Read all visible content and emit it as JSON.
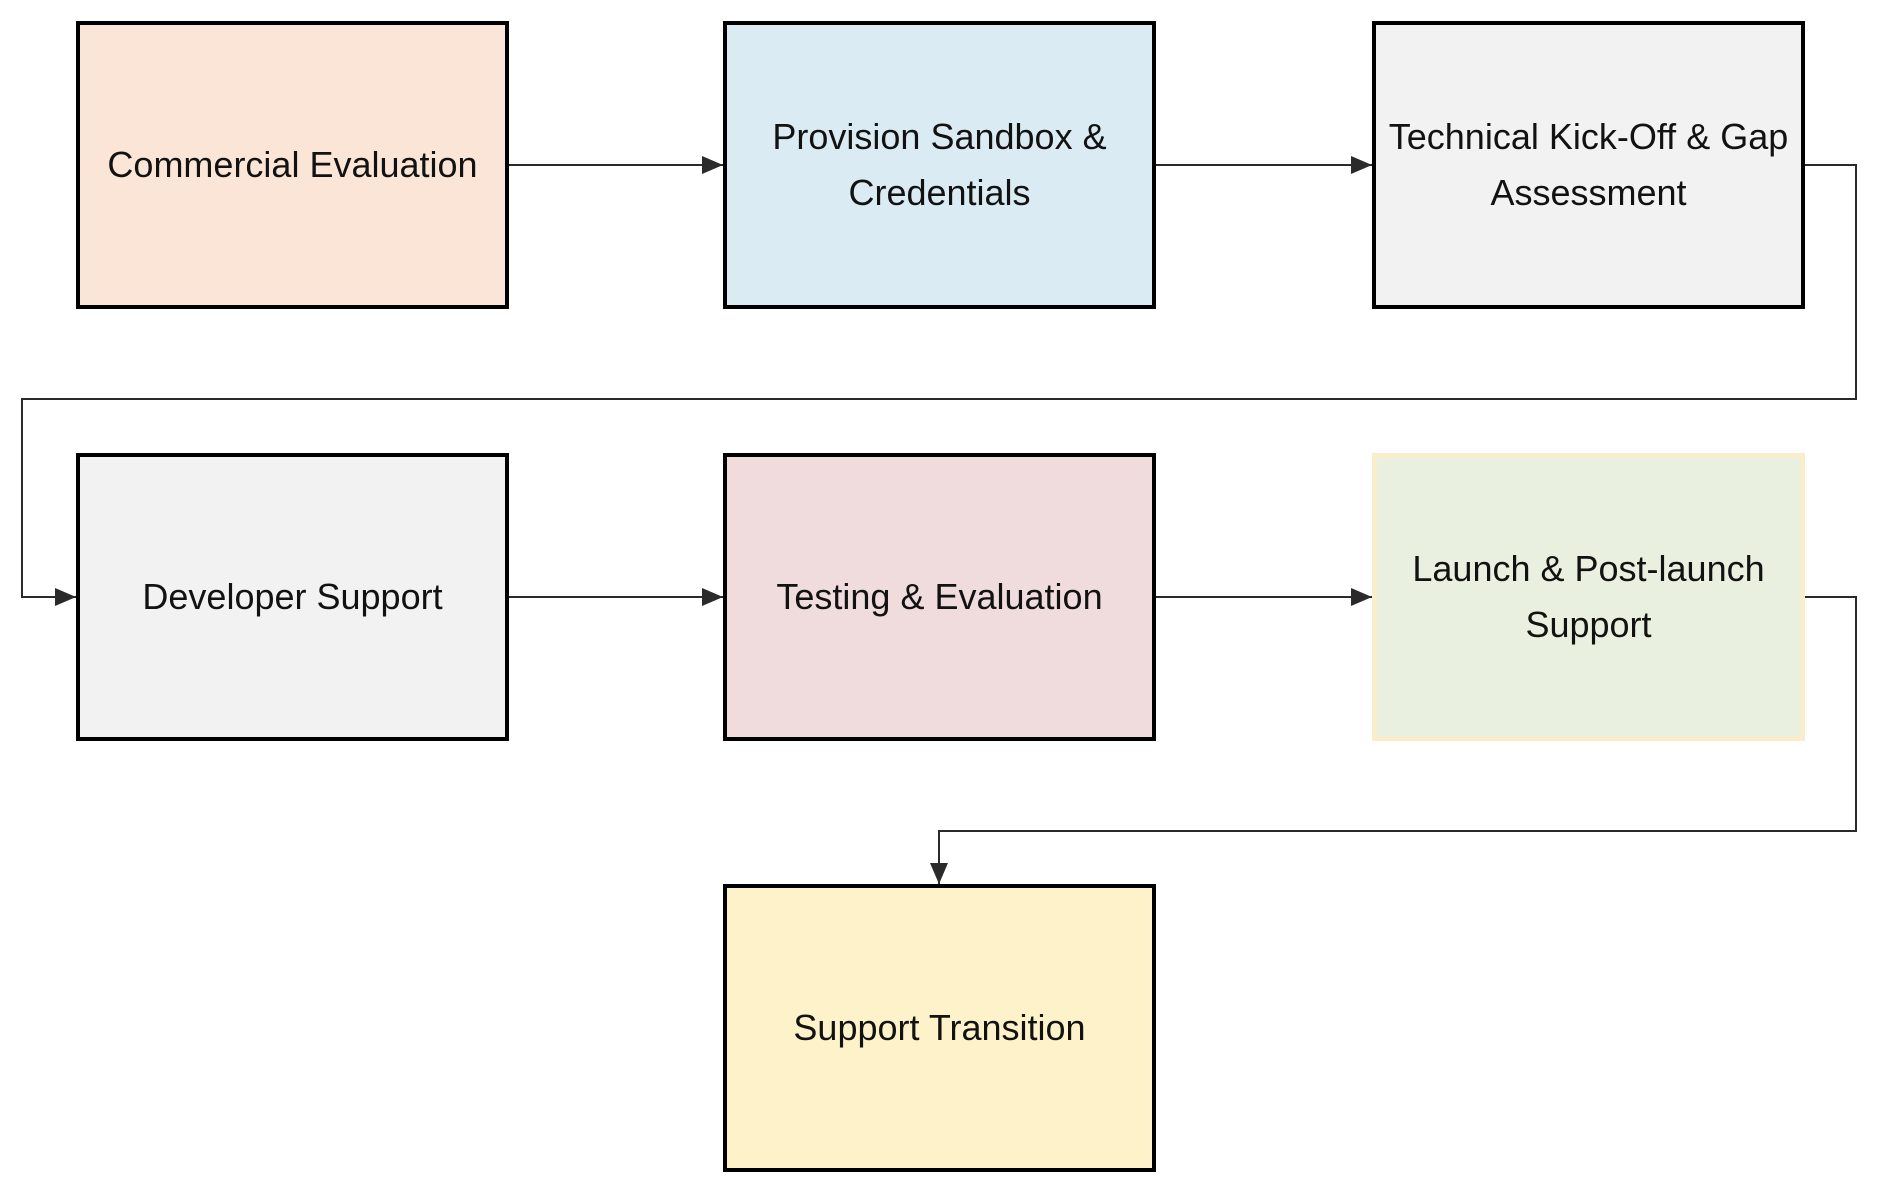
{
  "diagram": {
    "title": "",
    "background_color": "#ffffff",
    "connector_color": "#2a2a2a",
    "text_color": "#121212",
    "nodes": [
      {
        "id": "commercial-evaluation",
        "label": "Commercial Evaluation",
        "fill": "#FBE5D6",
        "border": "#000000"
      },
      {
        "id": "provision-sandbox-credentials",
        "label": "Provision Sandbox & Credentials",
        "fill": "#DBEBF3",
        "border": "#000000"
      },
      {
        "id": "technical-kickoff-gap-assessment",
        "label": "Technical Kick-Off & Gap Assessment",
        "fill": "#F2F2F2",
        "border": "#000000"
      },
      {
        "id": "developer-support",
        "label": "Developer Support",
        "fill": "#F2F2F2",
        "border": "#000000"
      },
      {
        "id": "testing-evaluation",
        "label": "Testing & Evaluation",
        "fill": "#F0DCDC",
        "border": "#000000"
      },
      {
        "id": "launch-post-launch-support",
        "label": "Launch & Post-launch Support",
        "fill": "#EAF0DF",
        "border": "#FAEDCB"
      },
      {
        "id": "support-transition",
        "label": "Support Transition",
        "fill": "#FEF2CB",
        "border": "#000000"
      }
    ],
    "edges": [
      {
        "from": "commercial-evaluation",
        "to": "provision-sandbox-credentials"
      },
      {
        "from": "provision-sandbox-credentials",
        "to": "technical-kickoff-gap-assessment"
      },
      {
        "from": "technical-kickoff-gap-assessment",
        "to": "developer-support"
      },
      {
        "from": "developer-support",
        "to": "testing-evaluation"
      },
      {
        "from": "testing-evaluation",
        "to": "launch-post-launch-support"
      },
      {
        "from": "launch-post-launch-support",
        "to": "support-transition"
      }
    ]
  }
}
